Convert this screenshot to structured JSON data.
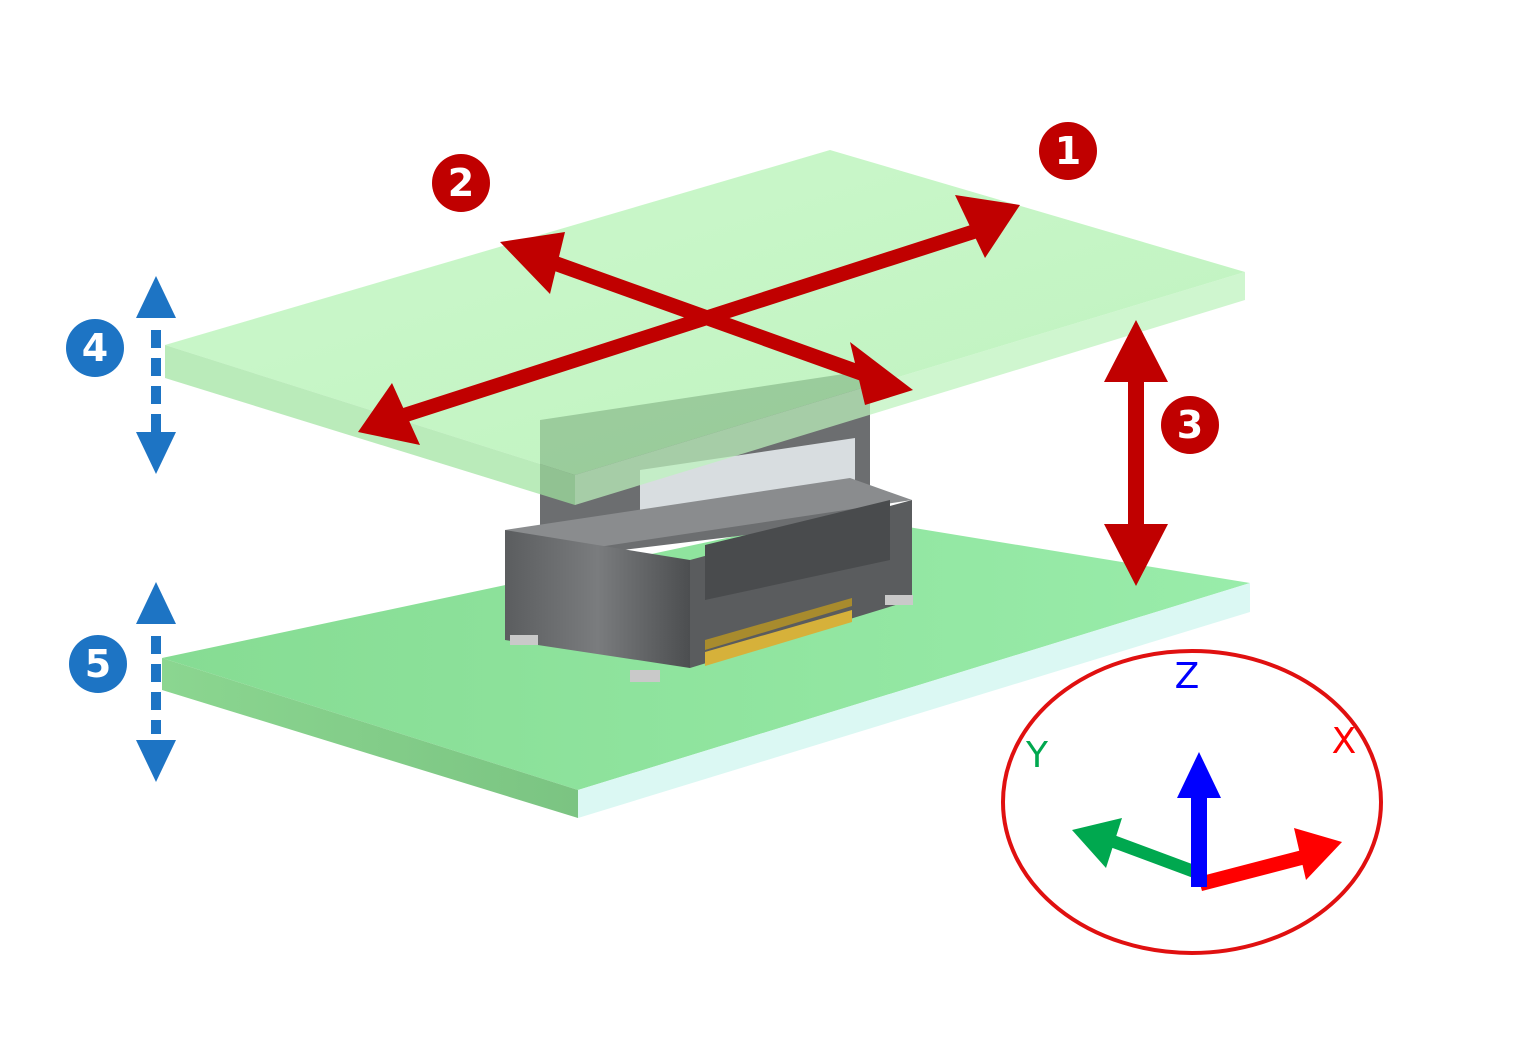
{
  "callouts": {
    "c1": "1",
    "c2": "2",
    "c3": "3",
    "c4": "4",
    "c5": "5"
  },
  "axes": {
    "z": "Z",
    "y": "Y",
    "x": "X"
  },
  "colors": {
    "movement_red": "#c00000",
    "vertical_blue": "#1d74c4",
    "board_green": "#8ee59e",
    "board_edge": "#d9f8f2",
    "axis_x": "#ff0000",
    "axis_y": "#00a84f",
    "axis_z": "#0000ff",
    "triad_outline": "#e01010"
  },
  "icons": {
    "badge_shape": "filled-circle",
    "translation_arrow": "double-headed-arrow",
    "float_arrow": "dashed-double-arrow"
  }
}
